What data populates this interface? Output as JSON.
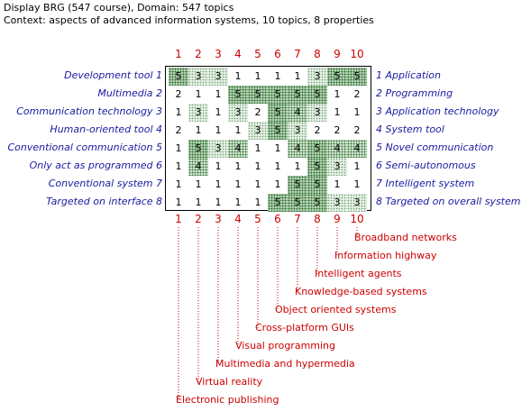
{
  "header": {
    "line1": "Display BRG (547 course), Domain: 547 topics",
    "line2": "Context: aspects of advanced information systems, 10 topics, 8 properties"
  },
  "column_numbers": [
    "1",
    "2",
    "3",
    "4",
    "5",
    "6",
    "7",
    "8",
    "9",
    "10"
  ],
  "constructs": [
    {
      "left": "Development tool 1",
      "right": "1 Application"
    },
    {
      "left": "Multimedia 2",
      "right": "2 Programming"
    },
    {
      "left": "Communication technology 3",
      "right": "3 Application technology"
    },
    {
      "left": "Human-oriented tool 4",
      "right": "4 System tool"
    },
    {
      "left": "Conventional communication 5",
      "right": "5 Novel communication"
    },
    {
      "left": "Only act as programmed 6",
      "right": "6 Semi-autonomous"
    },
    {
      "left": "Conventional system 7",
      "right": "7 Intelligent system"
    },
    {
      "left": "Targeted on interface 8",
      "right": "8 Targeted on overall system"
    }
  ],
  "ratings": [
    [
      5,
      3,
      3,
      1,
      1,
      1,
      1,
      3,
      5,
      5
    ],
    [
      2,
      1,
      1,
      5,
      5,
      5,
      5,
      5,
      1,
      2
    ],
    [
      1,
      3,
      1,
      3,
      2,
      5,
      4,
      3,
      1,
      1
    ],
    [
      2,
      1,
      1,
      1,
      3,
      5,
      3,
      2,
      2,
      2
    ],
    [
      1,
      5,
      3,
      4,
      1,
      1,
      4,
      5,
      4,
      4
    ],
    [
      1,
      4,
      1,
      1,
      1,
      1,
      1,
      5,
      3,
      1
    ],
    [
      1,
      1,
      1,
      1,
      1,
      1,
      5,
      5,
      1,
      1
    ],
    [
      1,
      1,
      1,
      1,
      1,
      5,
      5,
      5,
      3,
      3
    ]
  ],
  "elements": [
    "Electronic publishing",
    "Virtual reality",
    "Multimedia and hypermedia",
    "Visual programming",
    "Cross-platform GUIs",
    "Object oriented systems",
    "Knowledge-based systems",
    "Intelligent agents",
    "Information highway",
    "Broadband networks"
  ],
  "colors": {
    "column_numbers": "#cc0000",
    "constructs": "#1a1aa0",
    "elements": "#cc0000",
    "shade": "#2c6a2c"
  }
}
